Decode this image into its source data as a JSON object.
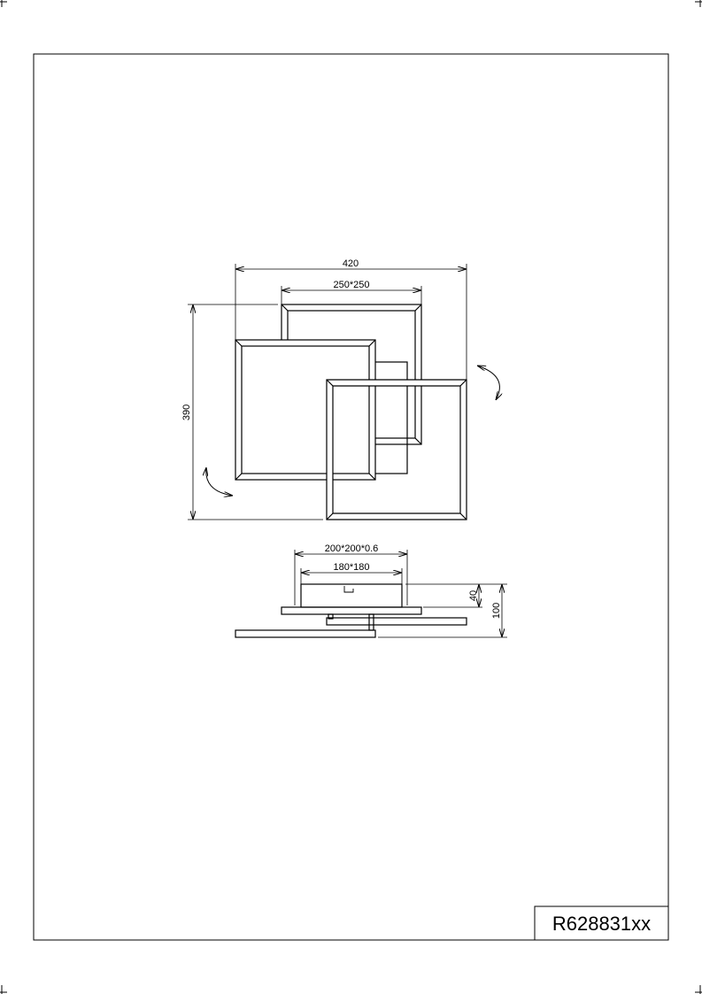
{
  "top_view": {
    "overall_width": "420",
    "frame_size": "250*250",
    "overall_height": "390"
  },
  "side_view": {
    "canopy_plate": "200*200*0.6",
    "canopy_body": "180*180",
    "canopy_height": "40",
    "total_height": "100"
  },
  "title_block": {
    "product_code": "R628831xx"
  }
}
